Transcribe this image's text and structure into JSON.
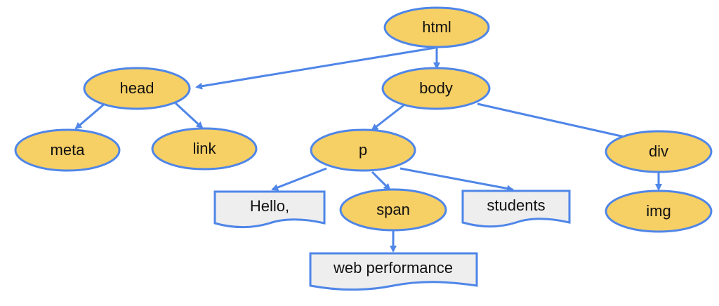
{
  "diagram": {
    "colors": {
      "element_fill": "#f6cf65",
      "text_node_fill": "#eeeeee",
      "stroke": "#4f86e8",
      "text": "#111111"
    },
    "nodes": {
      "html": {
        "label": "html",
        "kind": "element"
      },
      "head": {
        "label": "head",
        "kind": "element"
      },
      "body": {
        "label": "body",
        "kind": "element"
      },
      "meta": {
        "label": "meta",
        "kind": "element"
      },
      "link": {
        "label": "link",
        "kind": "element"
      },
      "p": {
        "label": "p",
        "kind": "element"
      },
      "div": {
        "label": "div",
        "kind": "element"
      },
      "hello": {
        "label": "Hello,",
        "kind": "text"
      },
      "span": {
        "label": "span",
        "kind": "element"
      },
      "students": {
        "label": "students",
        "kind": "text"
      },
      "img": {
        "label": "img",
        "kind": "element"
      },
      "web_performance": {
        "label": "web performance",
        "kind": "text"
      }
    },
    "edges": [
      {
        "from": "html",
        "to": "head"
      },
      {
        "from": "html",
        "to": "body"
      },
      {
        "from": "head",
        "to": "meta"
      },
      {
        "from": "head",
        "to": "link"
      },
      {
        "from": "body",
        "to": "p"
      },
      {
        "from": "body",
        "to": "div"
      },
      {
        "from": "p",
        "to": "hello"
      },
      {
        "from": "p",
        "to": "span"
      },
      {
        "from": "p",
        "to": "students"
      },
      {
        "from": "div",
        "to": "img"
      },
      {
        "from": "span",
        "to": "web_performance"
      }
    ]
  }
}
